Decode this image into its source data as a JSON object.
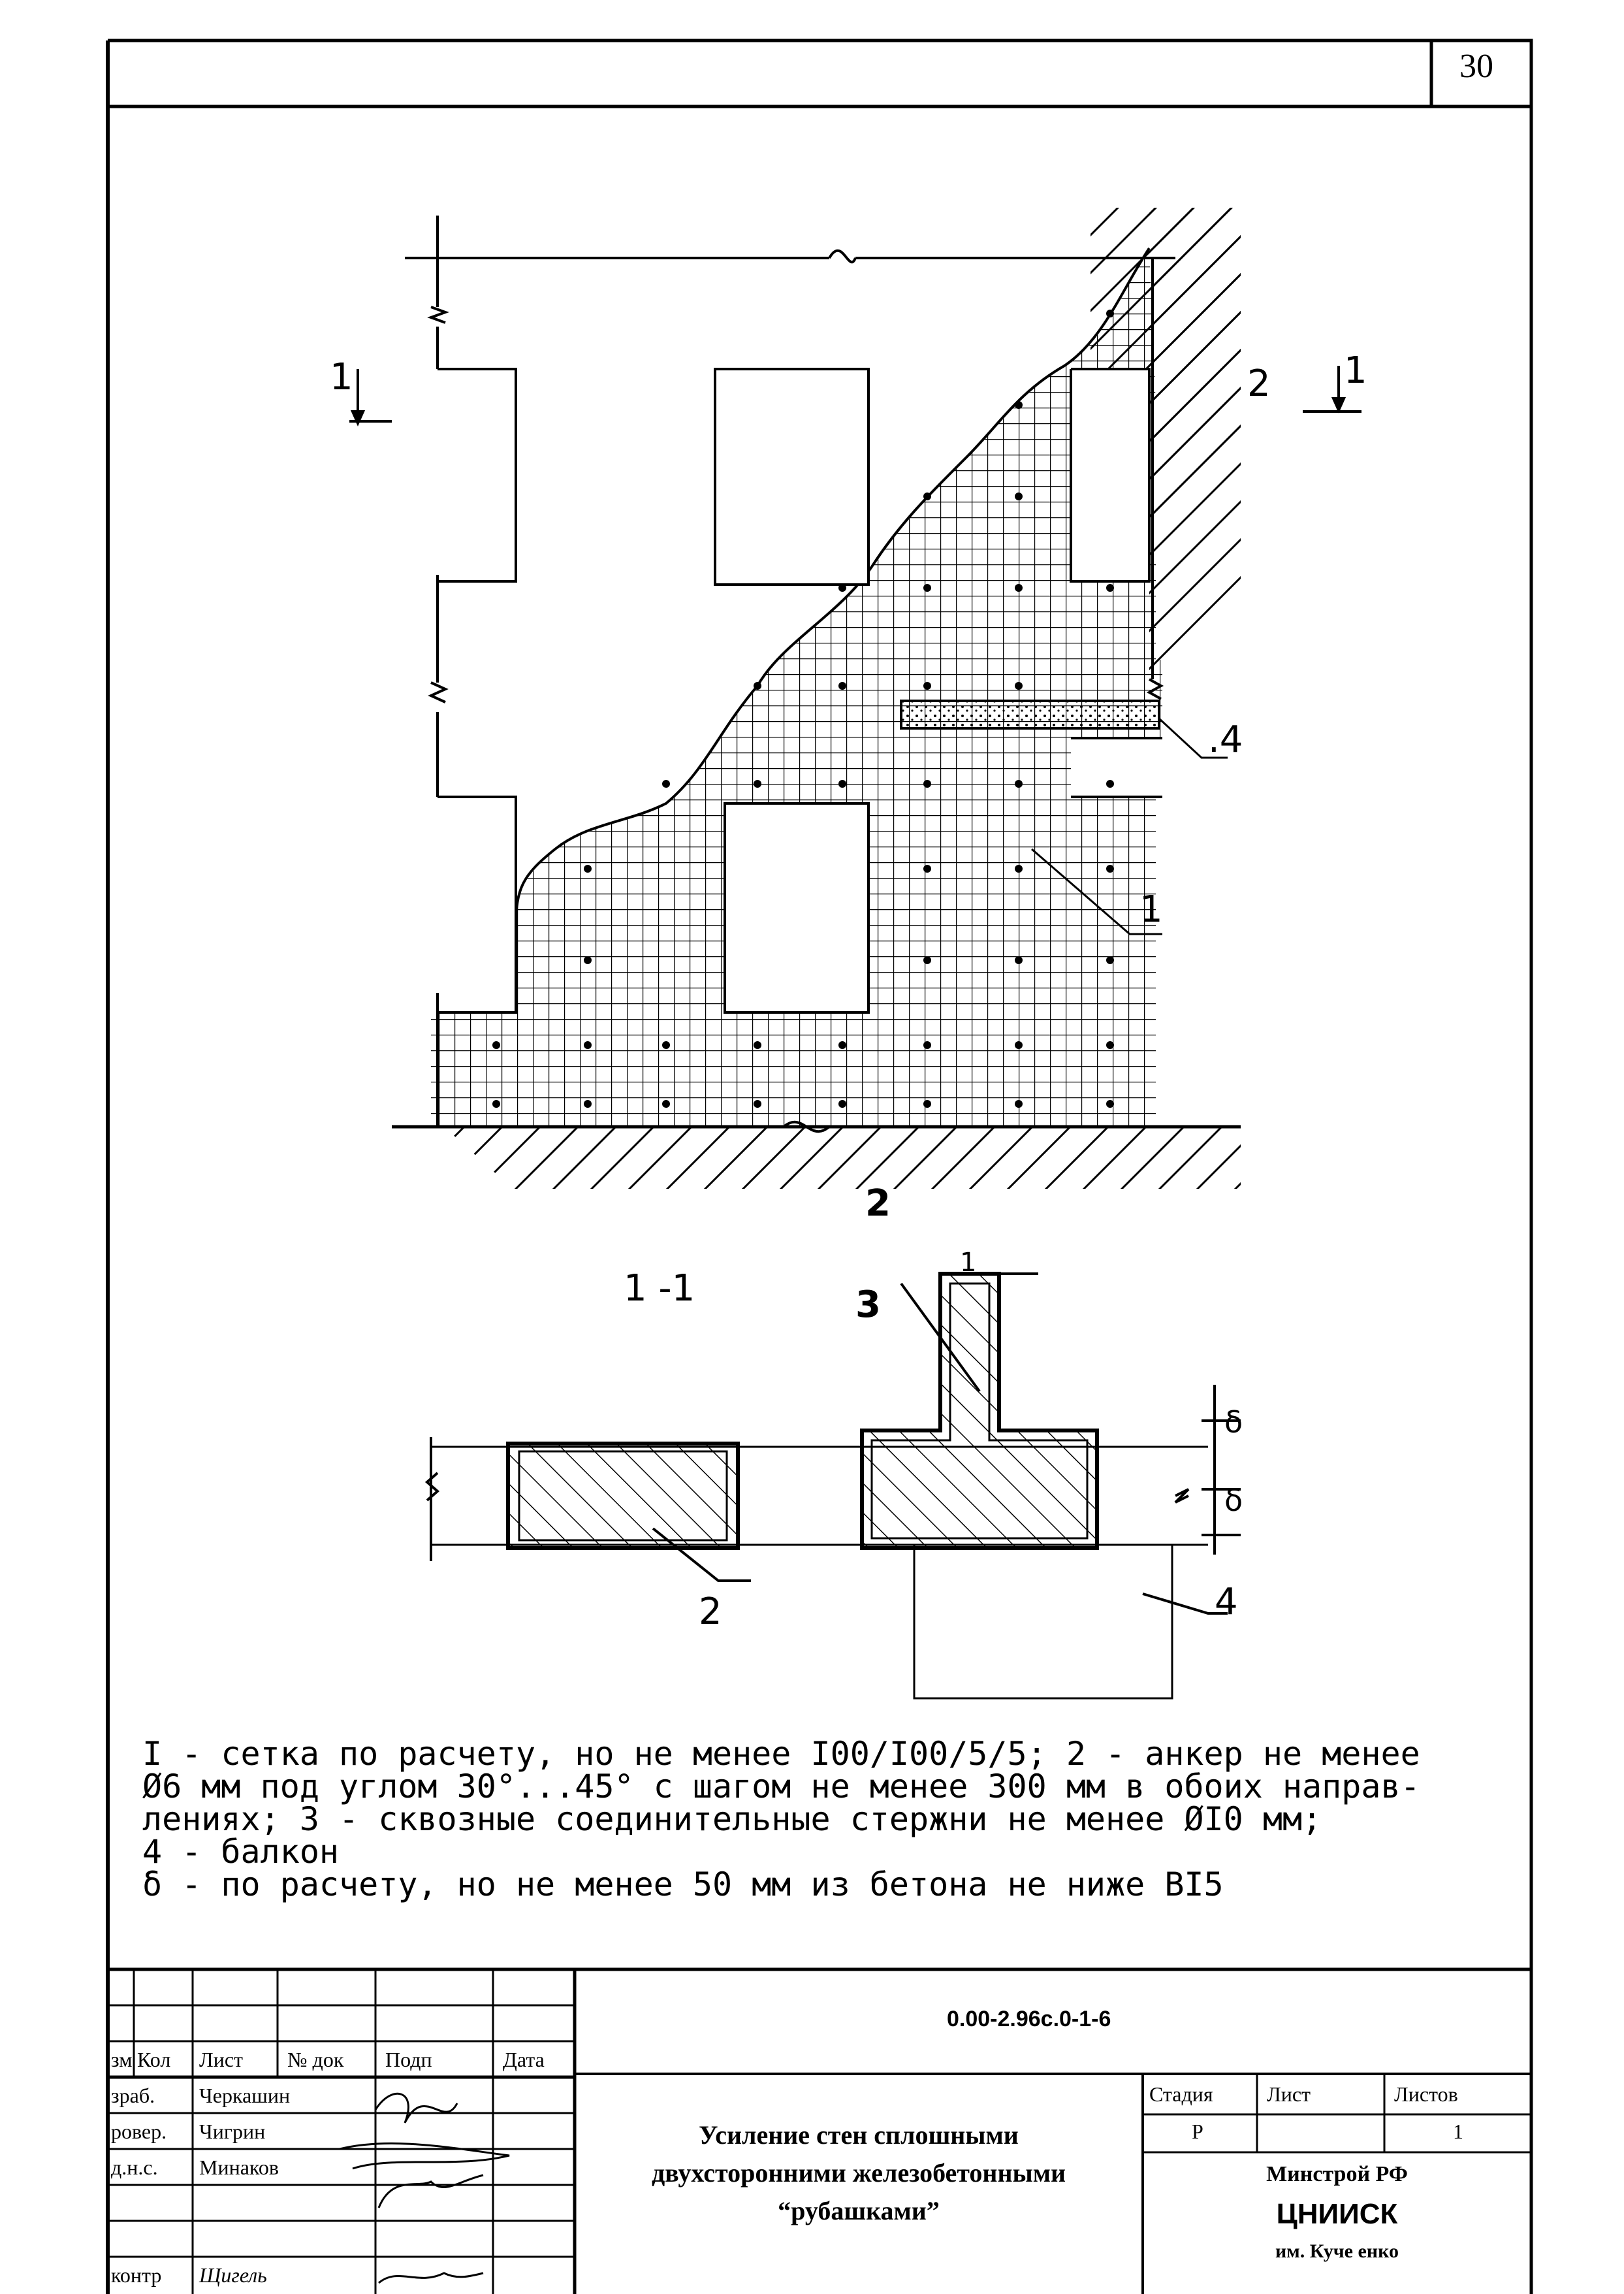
{
  "page_number": "30",
  "drawing": {
    "markers": {
      "cut_left": "1",
      "cut_right": "1",
      "label_2_top": "2",
      "label_4": ".4",
      "label_1": "1",
      "label_2_bottom": "2"
    },
    "section": {
      "title": "1 -1",
      "label_3": "3",
      "label_1": "1",
      "label_2": "2",
      "label_4": "4",
      "dim_upper": "δ",
      "dim_lower": "δ"
    }
  },
  "notes": [
    "I - сетка по расчету, но не менее I00/I00/5/5; 2 - анкер не менее",
    "Ø6 мм под углом 30°...45° с шагом не менее 300 мм в обоих направ-",
    "лениях; 3 - сквозные соединительные стержни не менее ØI0 мм;",
    "4 - балкон",
    "δ - по расчету, но не менее 50 мм из бетона не ниже BI5"
  ],
  "title_block": {
    "doc_code": "0.00-2.96с.0-1-6",
    "headers": [
      "зм",
      "Кол",
      "Лист",
      "№ док",
      "Подп",
      "Дата"
    ],
    "rows": [
      {
        "role": "зраб.",
        "name": "Черкашин"
      },
      {
        "role": "ровер.",
        "name": "Чигрин"
      },
      {
        "role": "д.н.с.",
        "name": "Минаков"
      },
      {
        "role": "",
        "name": ""
      },
      {
        "role": "контр",
        "name": "Щигель"
      }
    ],
    "title_lines": [
      "Усиление стен сплошными",
      "двухсторонними железобетонными",
      "“рубашками”"
    ],
    "stage_label": "Стадия",
    "sheet_label": "Лист",
    "sheets_label": "Листов",
    "stage_value": "Р",
    "sheets_value": "1",
    "org_ministry": "Минстрой РФ",
    "org_name": "ЦНИИСК",
    "org_sub": "им. Куче енко"
  }
}
